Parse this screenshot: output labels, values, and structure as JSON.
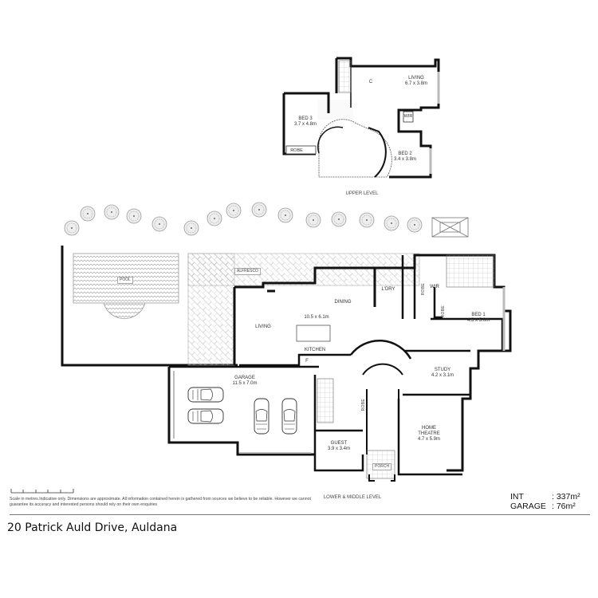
{
  "property": {
    "address": "20 Patrick Auld Drive, Auldana"
  },
  "levels": {
    "upper": "UPPER LEVEL",
    "lower": "LOWER & MIDDLE LEVEL"
  },
  "upper_rooms": [
    {
      "name": "LIVING",
      "dim": "6.7 x 3.8m"
    },
    {
      "name": "BED 3",
      "dim": "3.7 x 4.8m"
    },
    {
      "name": "BED 2",
      "dim": "3.4 x 3.8m"
    }
  ],
  "upper_tags": {
    "robe": "ROBE",
    "wir": "WIR",
    "cupboard": "C"
  },
  "lower_rooms": {
    "living": {
      "name": "LIVING"
    },
    "dining": {
      "name": "DINING",
      "dim": "10.5 x 6.1m"
    },
    "kitchen": {
      "name": "KITCHEN"
    },
    "laundry": {
      "name": "L'DRY"
    },
    "bed1": {
      "name": "BED 1",
      "dim": "4.5 x 5.0m"
    },
    "study": {
      "name": "STUDY",
      "dim": "4.2 x 3.1m"
    },
    "garage": {
      "name": "GARAGE",
      "dim": "11.5 x 7.0m"
    },
    "guest": {
      "name": "GUEST",
      "dim": "3.9 x 3.4m"
    },
    "theatre": {
      "name": "HOME",
      "name2": "THEATRE",
      "dim": "4.7 x 5.9m"
    }
  },
  "lower_tags": {
    "pool": "POOL",
    "alfresco": "ALFRESCO",
    "porch": "PORCH",
    "robe": "ROBE",
    "wir": "WIR",
    "fridge": "F"
  },
  "legend": {
    "disclaimer": "Scale in metres.Indicative only. Dimensions are approximate. All information contained herein is gathered from sources we believe to be reliable. However we cannot guarantee its accuracy and interested persons should rely on their own enquiries"
  },
  "areas": [
    {
      "label": "INT",
      "value": ": 337m²"
    },
    {
      "label": "GARAGE",
      "value": ": 76m²"
    }
  ]
}
